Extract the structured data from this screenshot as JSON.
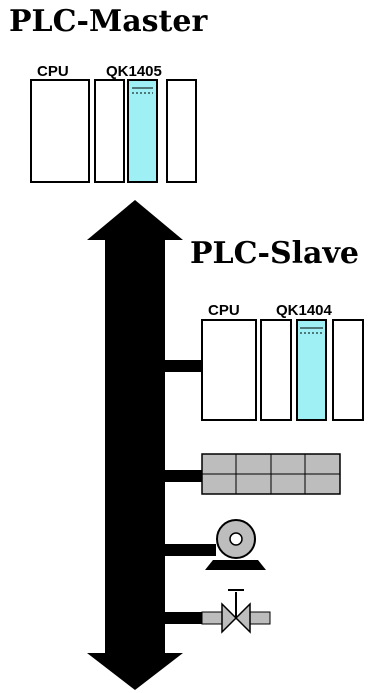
{
  "master": {
    "title": "PLC-Master",
    "cpu_label": "CPU",
    "module_label": "QK1405"
  },
  "slave": {
    "title": "PLC-Slave",
    "cpu_label": "CPU",
    "module_label": "QK1404"
  },
  "colors": {
    "line": "#000000",
    "module_highlight": "#9ef0f4",
    "device_fill": "#bdbdbd",
    "module_fill": "#ffffff",
    "background": "#ffffff"
  },
  "icons": {
    "bus": "double-arrow-icon",
    "io_block": "terminal-block-icon",
    "pump": "pump-icon",
    "valve": "valve-icon"
  }
}
